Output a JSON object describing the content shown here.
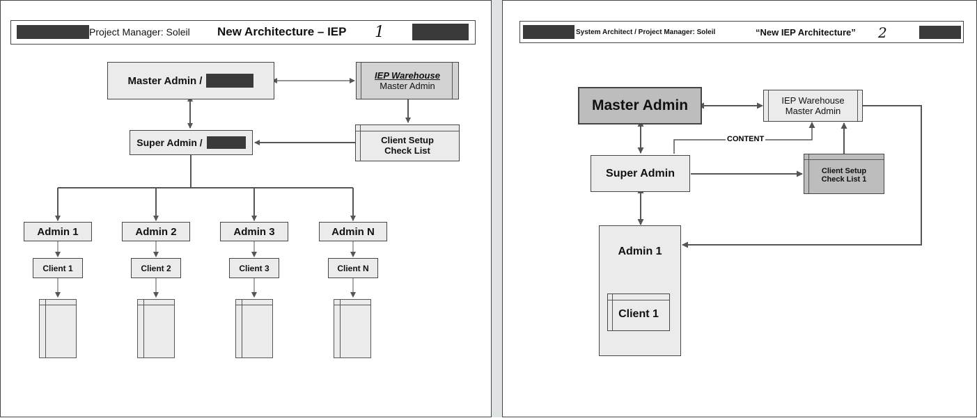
{
  "left": {
    "header": {
      "manager": "Project Manager: Soleil",
      "title": "New Architecture – IEP",
      "number": "1"
    },
    "master_admin": "Master Admin /",
    "warehouse": {
      "title": "IEP Warehouse",
      "subtitle": "Master Admin"
    },
    "super_admin": "Super Admin /",
    "checklist": {
      "line1": "Client Setup",
      "line2": "Check List"
    },
    "admins": [
      "Admin 1",
      "Admin 2",
      "Admin 3",
      "Admin N"
    ],
    "clients": [
      "Client 1",
      "Client 2",
      "Client 3",
      "Client N"
    ]
  },
  "right": {
    "header": {
      "manager": "System Architect / Project Manager: Soleil",
      "title": "“New IEP Architecture”",
      "number": "2"
    },
    "master_admin": "Master Admin",
    "warehouse": {
      "line1": "IEP Warehouse",
      "line2": "Master Admin"
    },
    "content_label": "CONTENT",
    "super_admin": "Super Admin",
    "checklist": {
      "line1": "Client Setup",
      "line2": "Check List 1"
    },
    "admin": "Admin 1",
    "client": "Client 1"
  },
  "colors": {
    "redaction": "#3a3a3a",
    "box_light": "#ebebeb",
    "box_dark": "#bdbdbd",
    "line": "#555555"
  }
}
